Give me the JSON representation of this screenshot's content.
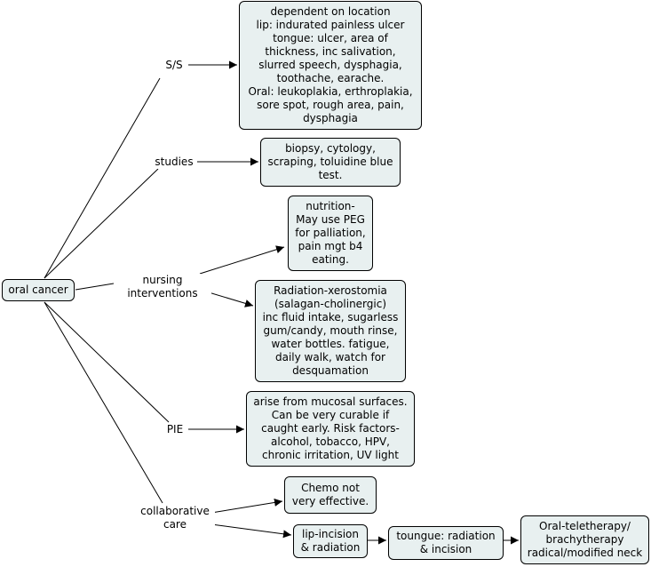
{
  "root": {
    "label": "oral cancer"
  },
  "links": {
    "ss": "S/S",
    "studies": "studies",
    "nursing": "nursing interventions",
    "pie": "PIE",
    "collab": "collaborative\ncare"
  },
  "concepts": {
    "ss_detail": "dependent on location\nlip: indurated painless ulcer\ntongue: ulcer, area of\nthickness, inc salivation,\nslurred speech, dysphagia,\ntoothache, earache.\nOral: leukoplakia, erthroplakia,\nsore spot, rough area, pain,\ndysphagia",
    "studies_detail": "biopsy, cytology,\nscraping, toluidine blue\ntest.",
    "nutrition": "nutrition-\nMay use PEG\nfor palliation,\npain mgt b4\neating.",
    "radiation_xero": "Radiation-xerostomia\n(salagan-cholinergic)\ninc fluid intake, sugarless\ngum/candy, mouth rinse,\nwater bottles.  fatigue,\ndaily walk, watch for\ndesquamation",
    "pie_detail": "arise from mucosal surfaces.\nCan be very curable if\ncaught early.  Risk factors-\nalcohol, tobacco, HPV,\nchronic irritation, UV light",
    "chemo": "Chemo not\nvery effective.",
    "lip": "lip-incision\n& radiation",
    "tongue": "toungue: radiation\n& incision",
    "oral_tele": "Oral-teletherapy/\nbrachytherapy\nradical/modified neck"
  }
}
